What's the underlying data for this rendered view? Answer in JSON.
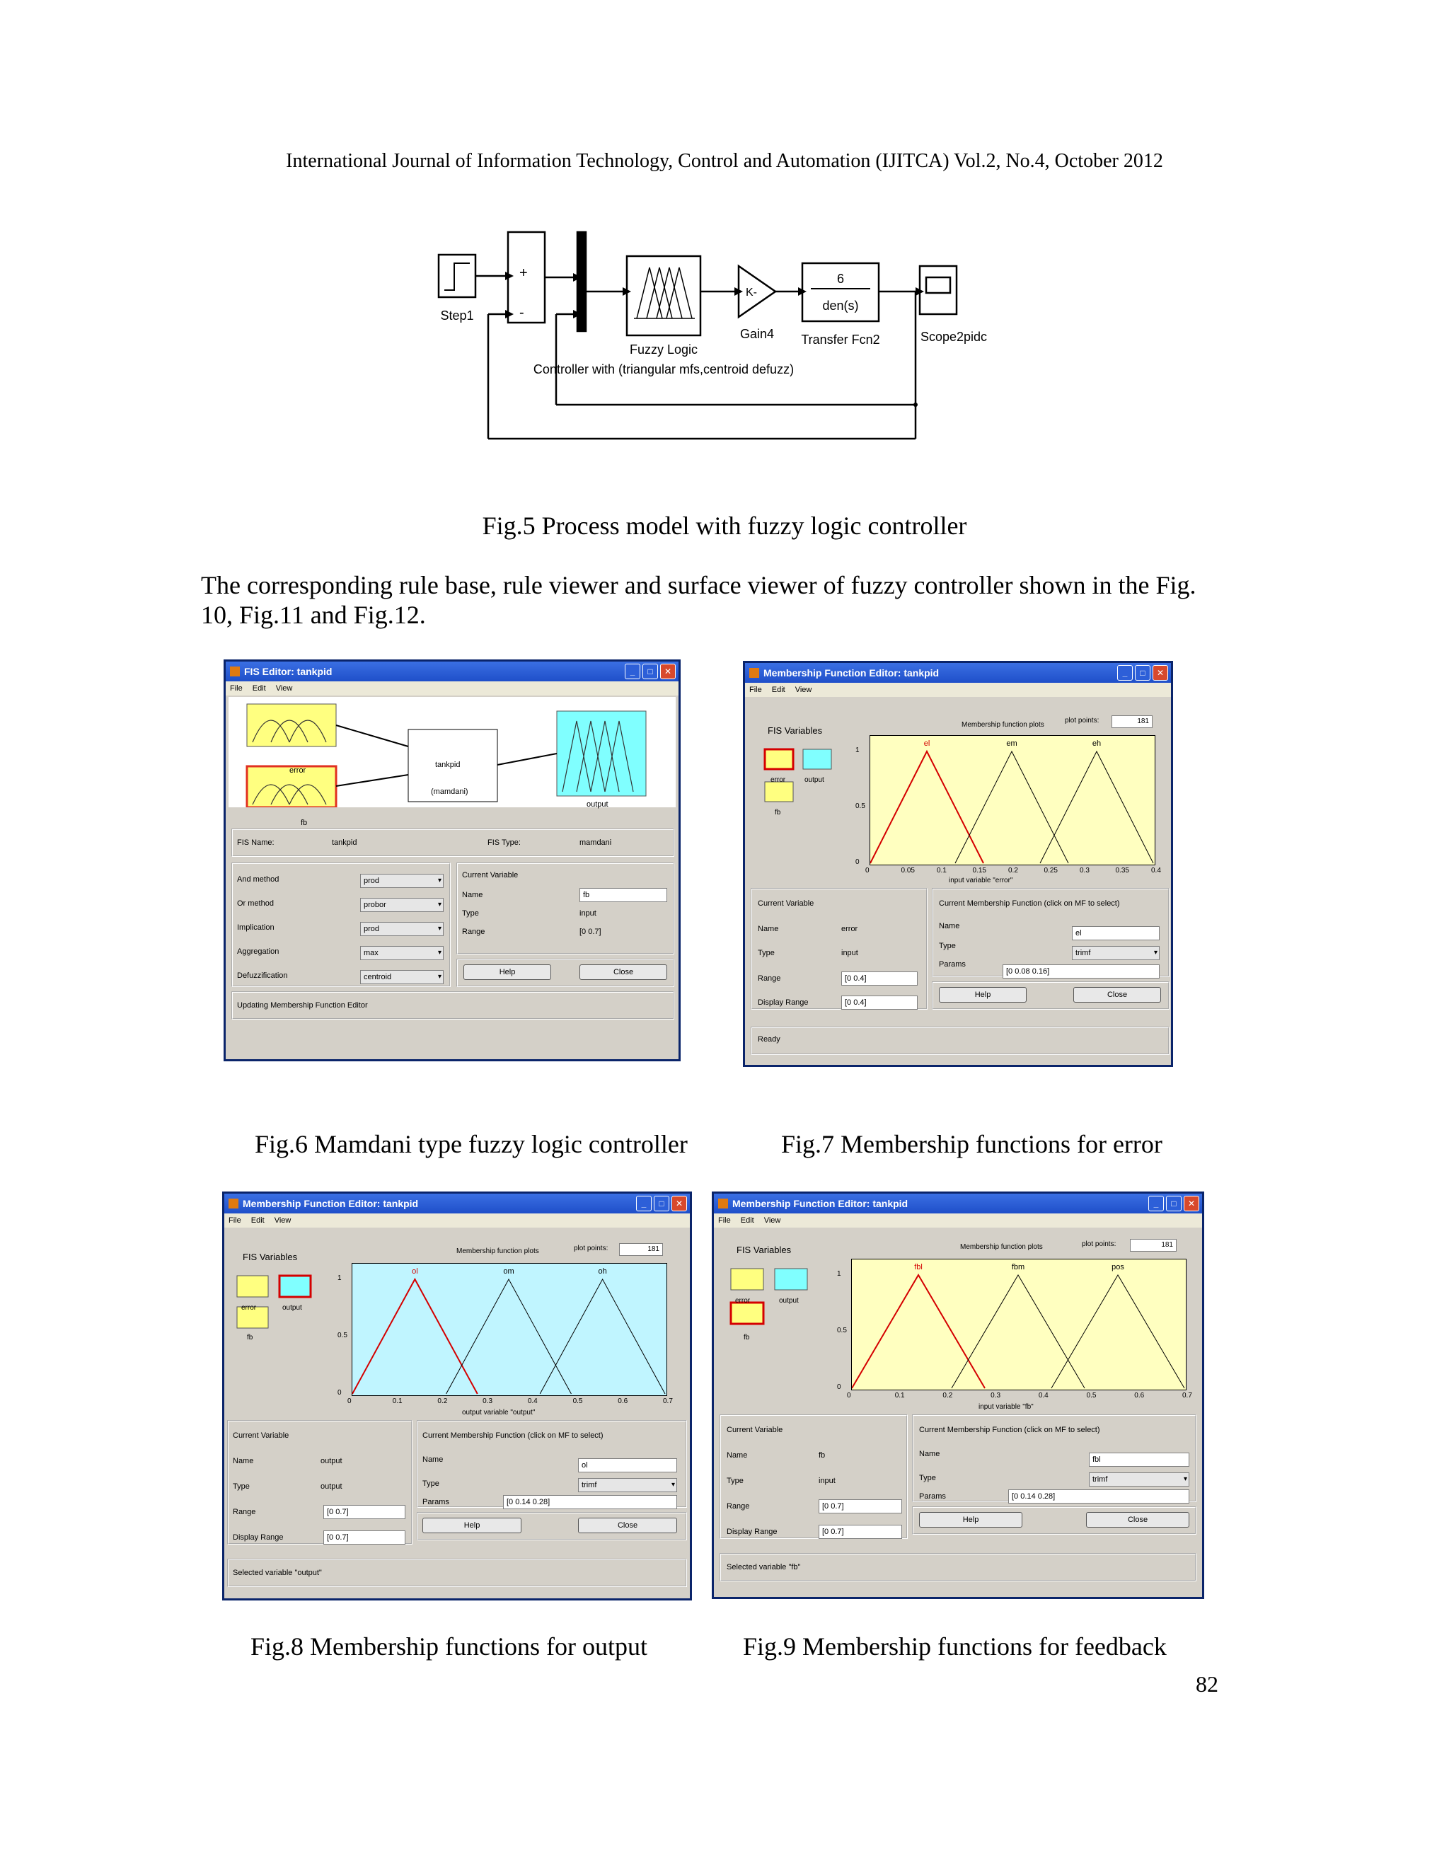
{
  "header": "International Journal of Information Technology, Control and Automation (IJITCA) Vol.2, No.4, October 2012",
  "fig5": {
    "caption": "Fig.5 Process model with fuzzy logic controller",
    "blocks": {
      "step": "Step1",
      "sum_plus": "+",
      "sum_minus": "-",
      "fuzzy": "Fuzzy Logic",
      "fuzzy_sub": "Controller with (triangular mfs,centroid defuzz)",
      "gain": "Gain4",
      "gain_symbol": "K-",
      "tf_num": "6",
      "tf_den": "den(s)",
      "tf": "Transfer Fcn2",
      "scope": "Scope2pidc"
    }
  },
  "body_text": "The corresponding rule base, rule viewer and surface viewer of fuzzy controller shown in the Fig. 10, Fig.11 and Fig.12.",
  "fig6": {
    "caption": "Fig.6 Mamdani type fuzzy logic controller",
    "title": "FIS Editor: tankpid",
    "menu": [
      "File",
      "Edit",
      "View"
    ],
    "input1": "error",
    "input2": "fb",
    "system_name": "tankpid",
    "system_type": "(mamdani)",
    "output": "output",
    "fis_name_label": "FIS Name:",
    "fis_name": "tankpid",
    "fis_type_label": "FIS Type:",
    "fis_type": "mamdani",
    "methods": [
      {
        "label": "And method",
        "value": "prod"
      },
      {
        "label": "Or method",
        "value": "probor"
      },
      {
        "label": "Implication",
        "value": "prod"
      },
      {
        "label": "Aggregation",
        "value": "max"
      },
      {
        "label": "Defuzzification",
        "value": "centroid"
      }
    ],
    "current_variable": "Current Variable",
    "name_label": "Name",
    "name_value": "fb",
    "type_label": "Type",
    "type_value": "input",
    "range_label": "Range",
    "range_value": "[0 0.7]",
    "help": "Help",
    "close": "Close",
    "status": "Updating Membership Function Editor"
  },
  "fig7": {
    "caption": "Fig.7 Membership functions for error",
    "title": "Membership Function Editor: tankpid",
    "menu": [
      "File",
      "Edit",
      "View"
    ],
    "fis_variables": "FIS Variables",
    "var_error": "error",
    "var_output": "output",
    "var_fb": "fb",
    "plot_title": "Membership function plots",
    "plot_points_label": "plot points:",
    "plot_points": "181",
    "mf_names": [
      "el",
      "em",
      "eh"
    ],
    "xlabel": "input variable \"error\"",
    "xticks": [
      "0",
      "0.05",
      "0.1",
      "0.15",
      "0.2",
      "0.25",
      "0.3",
      "0.35",
      "0.4"
    ],
    "yticks": [
      "0",
      "0.5",
      "1"
    ],
    "current_variable": "Current Variable",
    "cv_name_label": "Name",
    "cv_name": "error",
    "cv_type_label": "Type",
    "cv_type": "input",
    "cv_range_label": "Range",
    "cv_range": "[0 0.4]",
    "cv_disp_label": "Display Range",
    "cv_disp": "[0 0.4]",
    "cmf_title": "Current Membership Function (click on MF to select)",
    "mf_name_label": "Name",
    "mf_name": "el",
    "mf_type_label": "Type",
    "mf_type": "trimf",
    "mf_params_label": "Params",
    "mf_params": "[0 0.08 0.16]",
    "help": "Help",
    "close": "Close",
    "status": "Ready"
  },
  "fig8": {
    "caption": "Fig.8 Membership functions for output",
    "title": "Membership Function Editor: tankpid",
    "menu": [
      "File",
      "Edit",
      "View"
    ],
    "fis_variables": "FIS Variables",
    "var_error": "error",
    "var_output": "output",
    "var_fb": "fb",
    "plot_title": "Membership function plots",
    "plot_points_label": "plot points:",
    "plot_points": "181",
    "mf_names": [
      "ol",
      "om",
      "oh"
    ],
    "xlabel": "output variable \"output\"",
    "xticks": [
      "0",
      "0.1",
      "0.2",
      "0.3",
      "0.4",
      "0.5",
      "0.6",
      "0.7"
    ],
    "yticks": [
      "0",
      "0.5",
      "1"
    ],
    "current_variable": "Current Variable",
    "cv_name_label": "Name",
    "cv_name": "output",
    "cv_type_label": "Type",
    "cv_type": "output",
    "cv_range_label": "Range",
    "cv_range": "[0 0.7]",
    "cv_disp_label": "Display Range",
    "cv_disp": "[0 0.7]",
    "cmf_title": "Current Membership Function (click on MF to select)",
    "mf_name_label": "Name",
    "mf_name": "ol",
    "mf_type_label": "Type",
    "mf_type": "trimf",
    "mf_params_label": "Params",
    "mf_params": "[0 0.14 0.28]",
    "help": "Help",
    "close": "Close",
    "status": "Selected variable \"output\""
  },
  "fig9": {
    "caption": "Fig.9 Membership functions for feedback",
    "title": "Membership Function Editor: tankpid",
    "menu": [
      "File",
      "Edit",
      "View"
    ],
    "fis_variables": "FIS Variables",
    "var_error": "error",
    "var_output": "output",
    "var_fb": "fb",
    "plot_title": "Membership function plots",
    "plot_points_label": "plot points:",
    "plot_points": "181",
    "mf_names": [
      "fbl",
      "fbm",
      "pos"
    ],
    "xlabel": "input variable \"fb\"",
    "xticks": [
      "0",
      "0.1",
      "0.2",
      "0.3",
      "0.4",
      "0.5",
      "0.6",
      "0.7"
    ],
    "yticks": [
      "0",
      "0.5",
      "1"
    ],
    "current_variable": "Current Variable",
    "cv_name_label": "Name",
    "cv_name": "fb",
    "cv_type_label": "Type",
    "cv_type": "input",
    "cv_range_label": "Range",
    "cv_range": "[0 0.7]",
    "cv_disp_label": "Display Range",
    "cv_disp": "[0 0.7]",
    "cmf_title": "Current Membership Function (click on MF to select)",
    "mf_name_label": "Name",
    "mf_name": "fbl",
    "mf_type_label": "Type",
    "mf_type": "trimf",
    "mf_params_label": "Params",
    "mf_params": "[0 0.14 0.28]",
    "help": "Help",
    "close": "Close",
    "status": "Selected variable \"fb\""
  },
  "chart_data": [
    {
      "type": "line",
      "title": "",
      "xlabel": "input variable \"error\"",
      "ylabel": "",
      "xlim": [
        0,
        0.4
      ],
      "ylim": [
        0,
        1
      ],
      "series": [
        {
          "name": "el",
          "x": [
            0,
            0.08,
            0.16
          ],
          "y": [
            0,
            1,
            0
          ]
        },
        {
          "name": "em",
          "x": [
            0.12,
            0.2,
            0.28
          ],
          "y": [
            0,
            1,
            0
          ]
        },
        {
          "name": "eh",
          "x": [
            0.24,
            0.32,
            0.4
          ],
          "y": [
            0,
            1,
            0
          ]
        }
      ]
    },
    {
      "type": "line",
      "title": "",
      "xlabel": "output variable \"output\"",
      "ylabel": "",
      "xlim": [
        0,
        0.7
      ],
      "ylim": [
        0,
        1
      ],
      "series": [
        {
          "name": "ol",
          "x": [
            0,
            0.14,
            0.28
          ],
          "y": [
            0,
            1,
            0
          ]
        },
        {
          "name": "om",
          "x": [
            0.21,
            0.35,
            0.49
          ],
          "y": [
            0,
            1,
            0
          ]
        },
        {
          "name": "oh",
          "x": [
            0.42,
            0.56,
            0.7
          ],
          "y": [
            0,
            1,
            0
          ]
        }
      ]
    },
    {
      "type": "line",
      "title": "",
      "xlabel": "input variable \"fb\"",
      "ylabel": "",
      "xlim": [
        0,
        0.7
      ],
      "ylim": [
        0,
        1
      ],
      "series": [
        {
          "name": "fbl",
          "x": [
            0,
            0.14,
            0.28
          ],
          "y": [
            0,
            1,
            0
          ]
        },
        {
          "name": "fbm",
          "x": [
            0.21,
            0.35,
            0.49
          ],
          "y": [
            0,
            1,
            0
          ]
        },
        {
          "name": "pos",
          "x": [
            0.42,
            0.56,
            0.7
          ],
          "y": [
            0,
            1,
            0
          ]
        }
      ]
    }
  ],
  "page_number": "82",
  "colors": {
    "plot_yellow": "#ffffc0",
    "plot_cyan": "#c0f5ff",
    "selected_red": "#d40000",
    "title_blue": "#1f4fc9",
    "window_gray": "#d4d0c8"
  }
}
